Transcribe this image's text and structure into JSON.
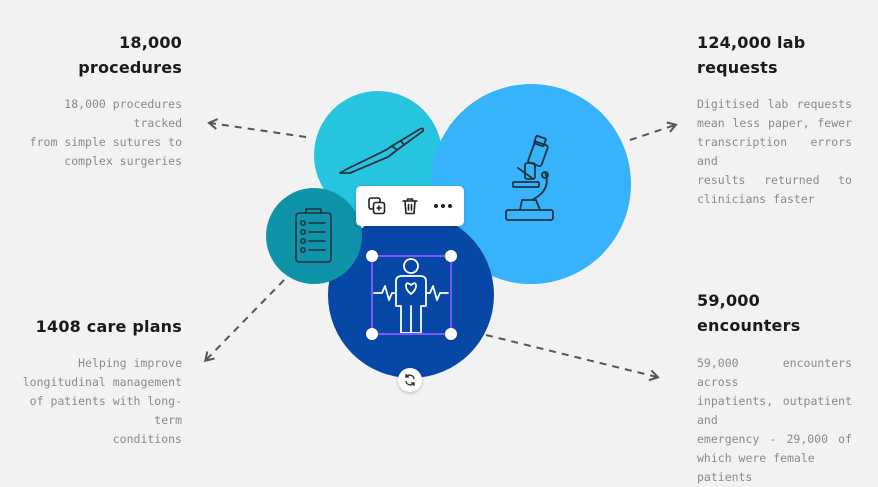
{
  "stats": {
    "procedures": {
      "title_line1": "18,000",
      "title_line2": "procedures",
      "desc_lines": [
        "18,000 procedures tracked",
        "from simple sutures to",
        "complex surgeries"
      ]
    },
    "lab_requests": {
      "title_line1": "124,000 lab",
      "title_line2": "requests",
      "desc_lines": [
        "Digitised lab requests",
        "mean less paper, fewer",
        "transcription errors and",
        "results returned to",
        "clinicians faster"
      ]
    },
    "care_plans": {
      "title_line1": "1408 care plans",
      "desc_lines": [
        "Helping improve",
        "longitudinal management",
        "of patients with long-term",
        "conditions"
      ]
    },
    "encounters": {
      "title_line1": "59,000",
      "title_line2": "encounters",
      "desc_lines": [
        "59,000 encounters across",
        "inpatients, outpatient and",
        "emergency - 29,000 of",
        "which were female patients"
      ]
    }
  },
  "icons": {
    "scalpel": "scalpel-icon",
    "microscope": "microscope-icon",
    "clipboard": "clipboard-icon",
    "patient": "patient-heart-icon"
  },
  "toolbar": {
    "duplicate": "duplicate-icon",
    "delete": "trash-icon",
    "more": "more-icon"
  },
  "colors": {
    "background": "#f2f2f2",
    "circle_light_cyan": "#27c4e0",
    "circle_sky_blue": "#36b3fb",
    "circle_teal": "#0f93a8",
    "circle_dark_blue": "#0747a6",
    "selection": "#7b57ff",
    "arrow": "#555555"
  }
}
